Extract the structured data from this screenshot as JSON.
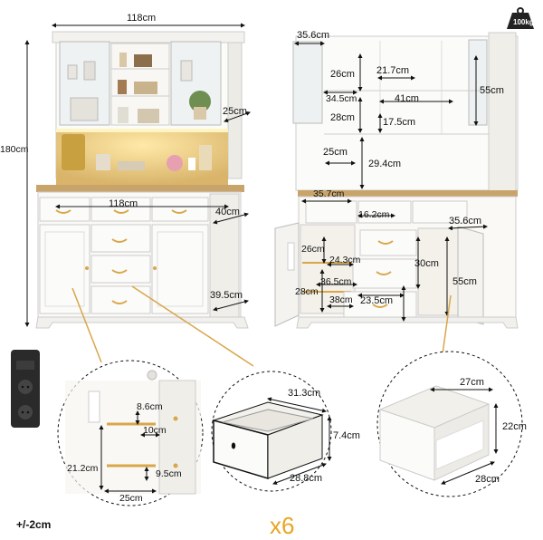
{
  "weight": {
    "label": "100kg"
  },
  "tolerance": "+/-2cm",
  "multiplier": "x6",
  "dimensions": {
    "total_width": "118cm",
    "total_height": "180cm",
    "hutch_depth": "25cm",
    "base_width": "118cm",
    "base_depth": "40cm",
    "plinth_depth": "39.5cm",
    "glass_door_width": "35.6cm",
    "upper_shelf_h1": "26cm",
    "upper_shelf_w": "21.7cm",
    "upper_left_depth": "34.5cm",
    "upper_inner_w": "41cm",
    "upper_shelf_h2": "28cm",
    "upper_inner_depth": "17.5cm",
    "upper_side_h": "55cm",
    "counter_depth": "25cm",
    "counter_height": "29.4cm",
    "top_drawer_w": "35.7cm",
    "top_drawer_mid": "16.2cm",
    "right_door_w": "35.6cm",
    "left_cab_h1": "26cm",
    "left_cab_d1": "24.3cm",
    "left_cab_w": "36.5cm",
    "drawer_stack_h": "30cm",
    "left_cab_h2": "28cm",
    "left_cab_d2": "38cm",
    "bottom_drawer_w": "23.5cm",
    "right_cab_h": "55cm",
    "shelf_h1": "8.6cm",
    "shelf_gap": "10cm",
    "shelf_h2": "21.2cm",
    "shelf_gap2": "9.5cm",
    "shelf_w": "25cm",
    "drawer_w": "31.3cm",
    "drawer_h": "7.4cm",
    "drawer_d": "28.8cm",
    "box_w": "27cm",
    "box_h": "22cm",
    "box_d": "28cm"
  },
  "colors": {
    "cabinet": "#f7f6f2",
    "wood_top": "#c9a46a",
    "gold": "#d9a64a",
    "led": "#ffd56a",
    "socket": "#2a2a2a",
    "accent": "#e8a623"
  }
}
